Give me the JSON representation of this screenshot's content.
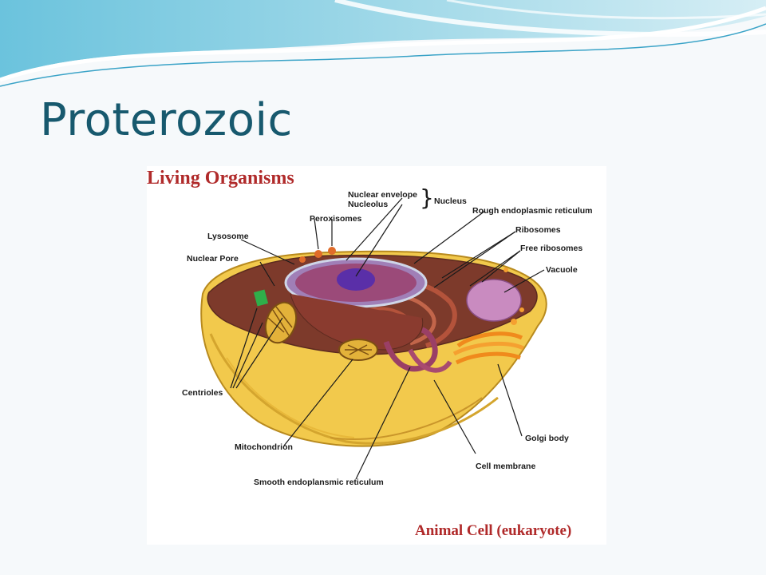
{
  "slide": {
    "title": "Proterozoic"
  },
  "figure": {
    "title": "Living Organisms",
    "caption": "Animal Cell (eukaryote)",
    "labels": {
      "nuclear_envelope": "Nuclear envelope",
      "nucleolus": "Nucleolus",
      "brace": "}",
      "nucleus": "Nucleus",
      "rough_er": "Rough endoplasmic reticulum",
      "peroxisomes": "Peroxisomes",
      "lysosome": "Lysosome",
      "nuclear_pore": "Nuclear Pore",
      "ribosomes": "Ribosomes",
      "free_ribosomes": "Free ribosomes",
      "vacuole": "Vacuole",
      "centrioles": "Centrioles",
      "mitochondrion": "Mitochondrion",
      "smooth_er": "Smooth endoplansmic reticulum",
      "golgi_body": "Golgi body",
      "cell_membrane": "Cell membrane"
    }
  },
  "colors": {
    "title": "#17596e",
    "figure_text": "#b02a2a",
    "cytoplasm": "#f2c94c",
    "nucleus": "#7a3fb0",
    "er": "#8b3a2a",
    "golgi": "#f08a1c",
    "vacuole": "#c98bc0",
    "banner": "#5fb8d6"
  }
}
